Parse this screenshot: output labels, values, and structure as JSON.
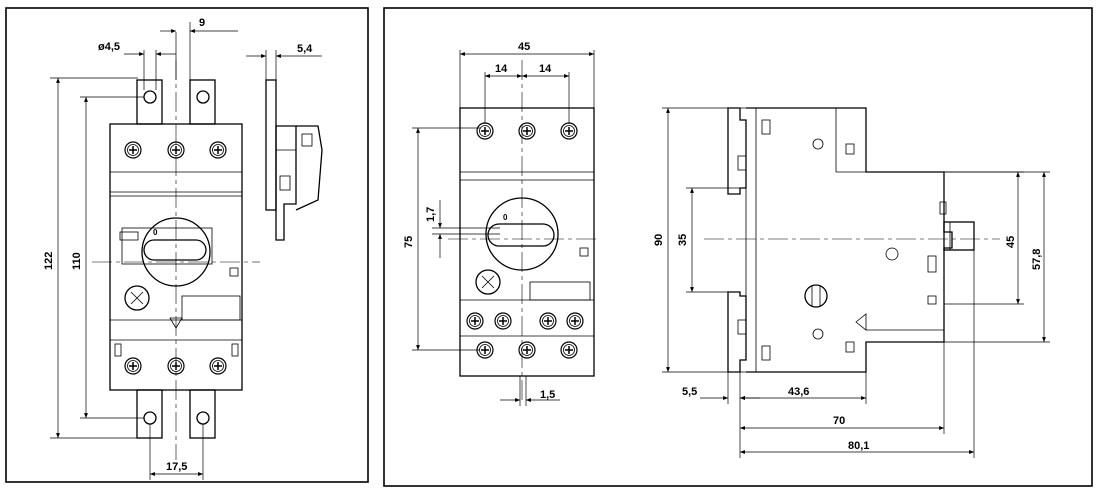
{
  "left_panel": {
    "front_view": {
      "terminal_spacing": "9",
      "hole_diameter": "ø4,5",
      "overall_height": "122",
      "mounting_height": "110",
      "bottom_offset": "17,5",
      "knob_label": "0"
    },
    "side_view": {
      "plate_thickness": "5,4"
    }
  },
  "right_panel": {
    "front_view": {
      "overall_width": "45",
      "pitch_left": "14",
      "pitch_right": "14",
      "height": "75",
      "knob_offset": "1,7",
      "shaft_offset": "1,5",
      "knob_label": "0"
    },
    "side_view": {
      "overall_height": "90",
      "rail_height": "35",
      "body_height": "45",
      "body_height_full": "57,8",
      "rail_offset": "5,5",
      "depth_1": "43,6",
      "depth_2": "70",
      "depth_3": "80,1"
    }
  },
  "colors": {
    "line": "#000000",
    "background": "#ffffff"
  }
}
